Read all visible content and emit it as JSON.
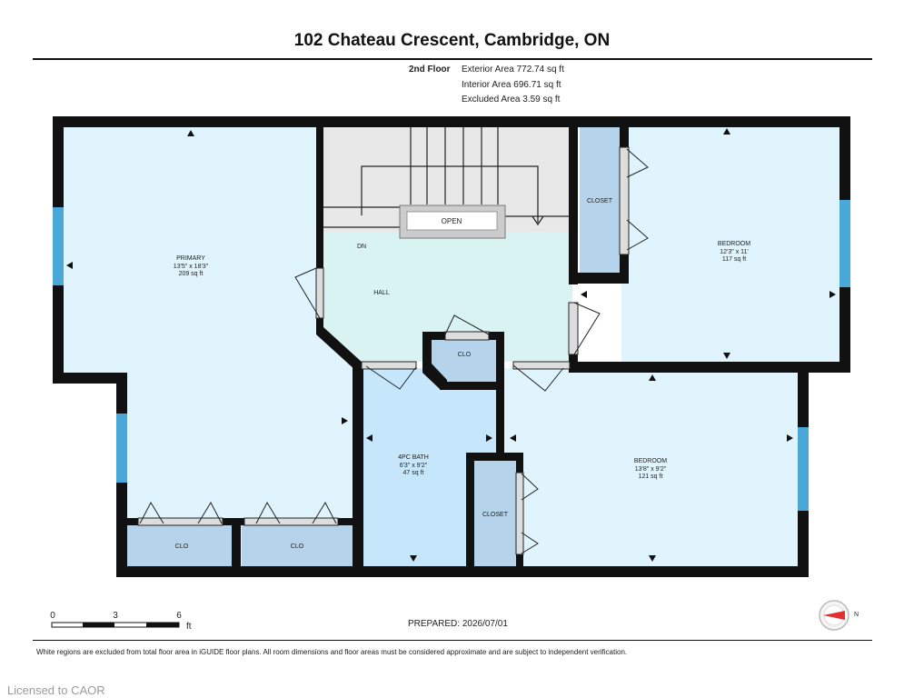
{
  "header": {
    "title": "102 Chateau Crescent, Cambridge, ON",
    "floor_label": "2nd Floor",
    "exterior_area": "Exterior Area 772.74 sq ft",
    "interior_area": "Interior Area 696.71 sq ft",
    "excluded_area": "Excluded Area 3.59 sq ft"
  },
  "rooms": {
    "primary": {
      "name": "PRIMARY",
      "dims": "13'5\" x 18'3\"",
      "area": "209 sq ft"
    },
    "bedroom_ne": {
      "name": "BEDROOM",
      "dims": "12'3\" x 11'",
      "area": "117 sq ft"
    },
    "bedroom_se": {
      "name": "BEDROOM",
      "dims": "13'8\" x 9'2\"",
      "area": "121 sq ft"
    },
    "bath": {
      "name": "4PC BATH",
      "dims": "6'3\" x 9'2\"",
      "area": "47 sq ft"
    },
    "hall": "HALL",
    "stairs_open": "OPEN",
    "stairs_dn": "DN",
    "closet_ne": "CLOSET",
    "closet_bath": "CLOSET",
    "clo_hall": "CLO",
    "clo_left": "CLO",
    "clo_right": "CLO"
  },
  "scale": {
    "ticks": [
      "0",
      "3",
      "6"
    ],
    "unit": "ft"
  },
  "footer": {
    "prepared": "PREPARED: 2026/07/01",
    "disclaimer": "White regions are excluded from total floor area in iGUIDE floor plans. All room dimensions and floor areas must be considered approximate and are subject to independent verification.",
    "licensed": "Licensed to CAOR",
    "compass": "N"
  },
  "colors": {
    "room_fill": "#dff4fd",
    "hall_fill": "#d9f3f2",
    "bath_fill": "#c5e6fb",
    "closet_fill": "#b5d3ea",
    "stairs_fill": "#e6e6e6",
    "wall": "#111111",
    "window": "#4aa8d8",
    "compass_red": "#e03030"
  }
}
